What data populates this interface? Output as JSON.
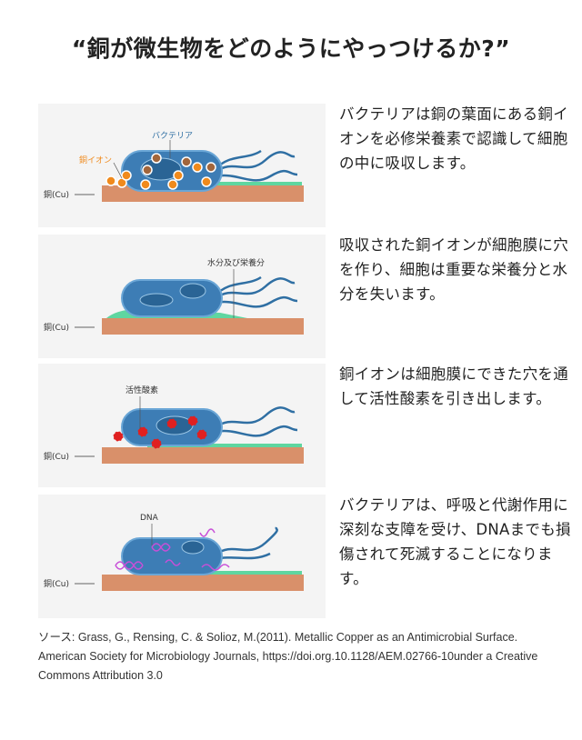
{
  "title": "“銅が微生物をどのようにやっつけるか?”",
  "panels": [
    {
      "label_bacteria": "バクテリア",
      "label_ion": "銅イオン",
      "label_copper": "銅(Cu)",
      "text": "バクテリアは銅の葉面にある銅イオンを必修栄養素で認識して細胞の中に吸収します。"
    },
    {
      "label_nutrient": "水分及び栄養分",
      "label_copper": "銅(Cu)",
      "text": "吸収された銅イオンが細胞膜に穴を作り、細胞は重要な栄養分と水分を失います。"
    },
    {
      "label_ros": "活性酸素",
      "label_copper": "銅(Cu)",
      "text": "銅イオンは細胞膜にできた穴を通して活性酸素を引き出します。"
    },
    {
      "label_dna": "DNA",
      "label_copper": "銅(Cu)",
      "text": "バクテリアは、呼吸と代謝作用に深刻な支障を受け、DNAまでも損傷されて死滅することになります。"
    }
  ],
  "source": "ソース: Grass, G., Rensing, C. & Solioz, M.(2011). Metallic Copper as an Antimicrobial Surface. American Society for Microbiology Journals, https://doi.org.10.1128/AEM.02766-10under a Creative Commons Attribution 3.0",
  "colors": {
    "copper": "#d9906a",
    "bacteria": "#2f6fa3",
    "ion": "#f08a1c",
    "ros": "#e02020",
    "dna": "#c84fd8",
    "surface": "#5fd6a0",
    "panel_bg": "#f4f4f4"
  }
}
